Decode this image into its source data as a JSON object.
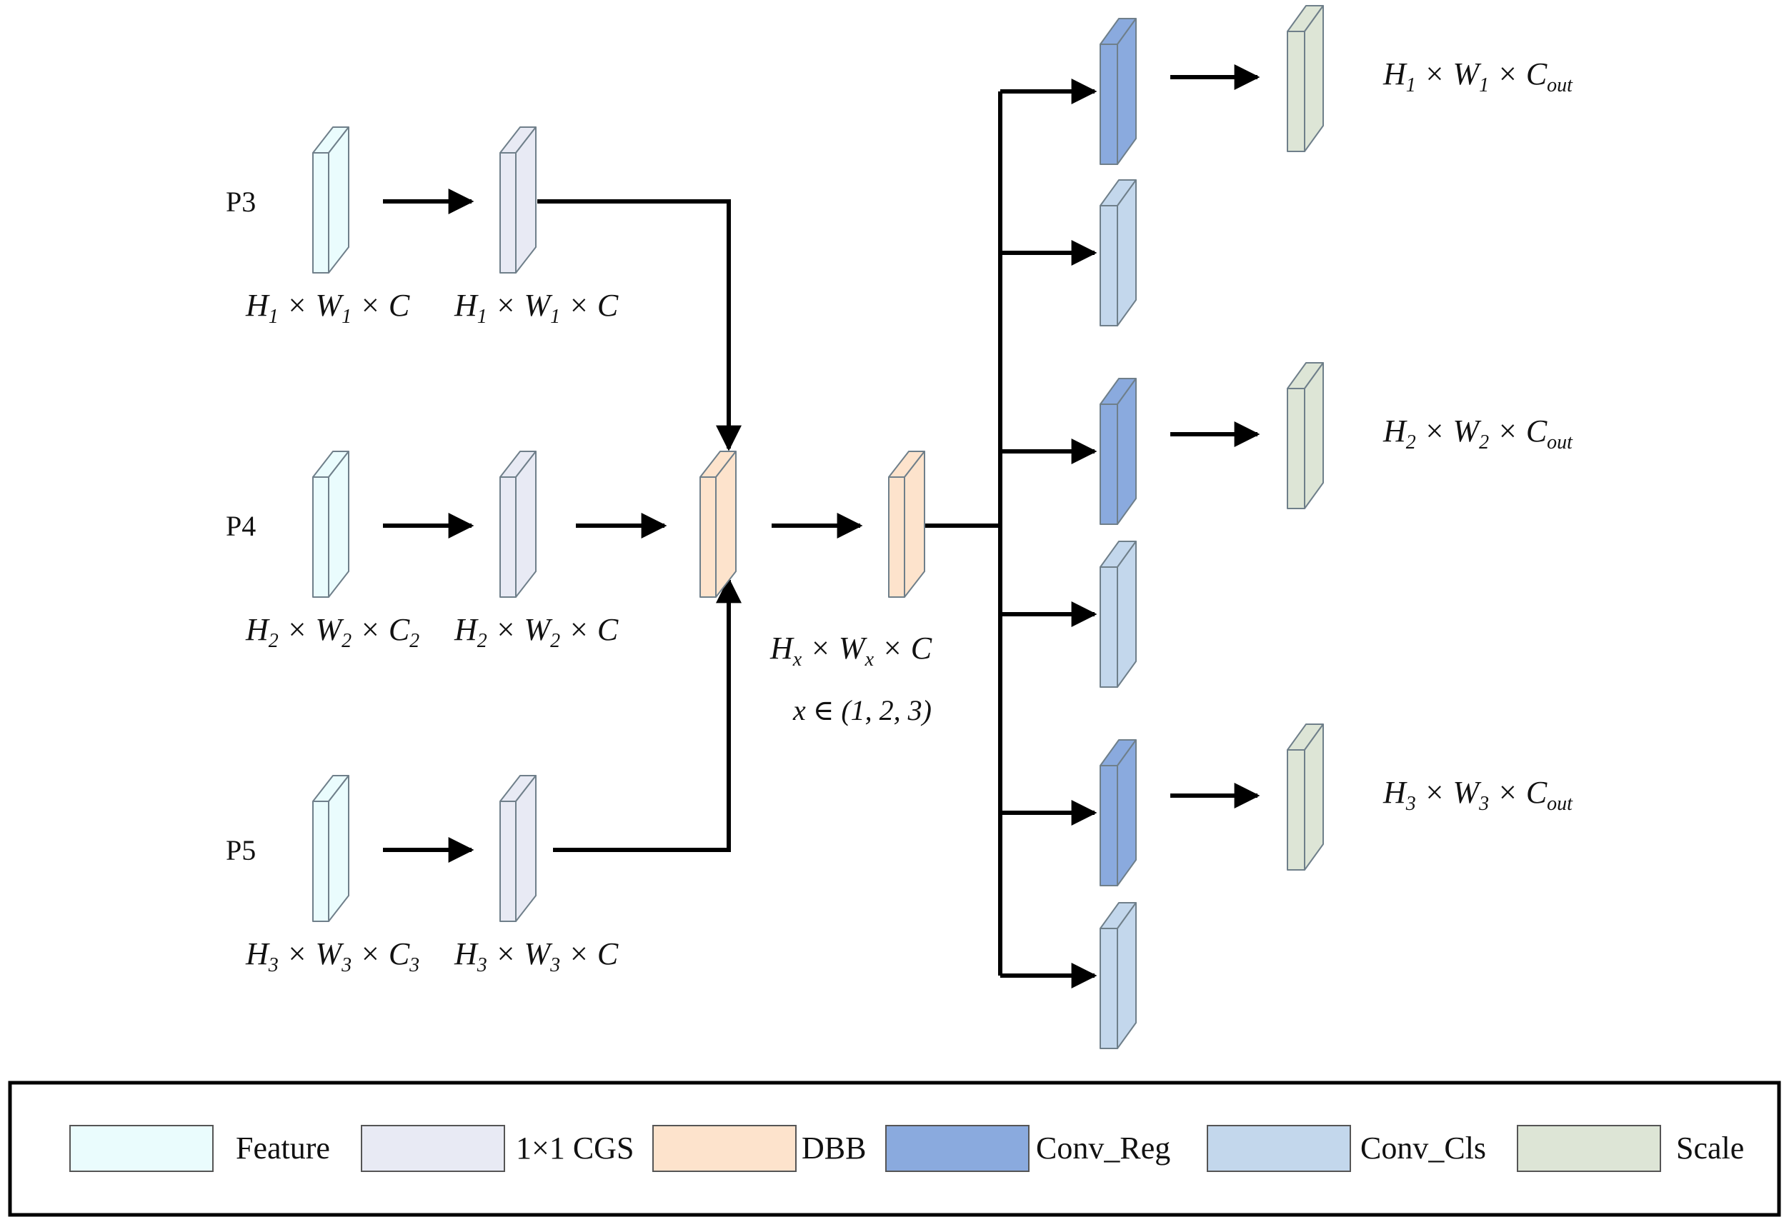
{
  "inputs": [
    {
      "name": "P3",
      "feature_label": {
        "main": "H",
        "sub1": "1",
        "mid1": " × W",
        "sub2": "1",
        "mid2": " × C",
        "sub3": ""
      },
      "cgs_label": {
        "main": "H",
        "sub1": "1",
        "mid1": " × W",
        "sub2": "1",
        "mid2": " × C",
        "sub3": ""
      }
    },
    {
      "name": "P4",
      "feature_label": {
        "main": "H",
        "sub1": "2",
        "mid1": " × W",
        "sub2": "2",
        "mid2": " × C",
        "sub3": "2"
      },
      "cgs_label": {
        "main": "H",
        "sub1": "2",
        "mid1": " × W",
        "sub2": "2",
        "mid2": " × C",
        "sub3": ""
      }
    },
    {
      "name": "P5",
      "feature_label": {
        "main": "H",
        "sub1": "3",
        "mid1": " × W",
        "sub2": "3",
        "mid2": " × C",
        "sub3": "3"
      },
      "cgs_label": {
        "main": "H",
        "sub1": "3",
        "mid1": " × W",
        "sub2": "3",
        "mid2": " × C",
        "sub3": ""
      }
    }
  ],
  "merged_label": {
    "main": "H",
    "sub1": "x",
    "mid1": " × W",
    "sub2": "x",
    "mid2": " × C"
  },
  "merged_range": "x ∈ (1, 2, 3)",
  "outputs": [
    {
      "main": "H",
      "sub1": "1",
      "mid1": " × W",
      "sub2": "1",
      "mid2": " × C",
      "sub3": "out"
    },
    {
      "main": "H",
      "sub1": "2",
      "mid1": " × W",
      "sub2": "2",
      "mid2": " × C",
      "sub3": "out"
    },
    {
      "main": "H",
      "sub1": "3",
      "mid1": " × W",
      "sub2": "3",
      "mid2": " × C",
      "sub3": "out"
    }
  ],
  "legend": [
    {
      "label": "Feature",
      "color": "#eafcfd"
    },
    {
      "label": "1×1 CGS",
      "color": "#e8eaf4"
    },
    {
      "label": "DBB",
      "color": "#fde3cc"
    },
    {
      "label": "Conv_Reg",
      "color": "#8aaade"
    },
    {
      "label": "Conv_Cls",
      "color": "#c3d7ec"
    },
    {
      "label": "Scale",
      "color": "#dde5d6"
    }
  ],
  "colors": {
    "feature": "#eafcfd",
    "cgs": "#e8eaf4",
    "dbb": "#fde3cc",
    "reg": "#8aaade",
    "cls": "#c3d7ec",
    "scale": "#dde5d6",
    "arrow": "#000000"
  }
}
